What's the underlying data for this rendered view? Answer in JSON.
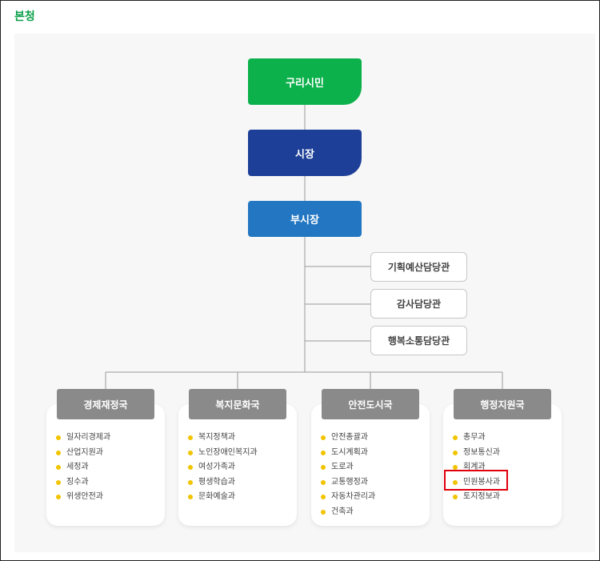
{
  "section_title": "본청",
  "top_nodes": {
    "citizen": "구리시민",
    "mayor": "시장",
    "vice_mayor": "부시장"
  },
  "staff_offices": [
    "기획예산담당관",
    "감사담당관",
    "행복소통담당관"
  ],
  "bureaus": [
    {
      "name": "경제재정국",
      "departments": [
        "일자리경제과",
        "산업지원과",
        "세정과",
        "징수과",
        "위생안전과"
      ]
    },
    {
      "name": "복지문화국",
      "departments": [
        "복지정책과",
        "노인장애인복지과",
        "여성가족과",
        "평생학습과",
        "문화예술과"
      ]
    },
    {
      "name": "안전도시국",
      "departments": [
        "안전총괄과",
        "도시계획과",
        "도로과",
        "교통행정과",
        "자동차관리과",
        "건축과"
      ]
    },
    {
      "name": "행정지원국",
      "departments": [
        "총무과",
        "정보통신과",
        "회계과",
        "민원봉사과",
        "토지정보과"
      ]
    }
  ],
  "colors": {
    "citizen": "#0db14b",
    "mayor": "#1d3f97",
    "vice_mayor": "#2276c2",
    "bureau_header": "#8a8a8a",
    "bullet": "#f2c400",
    "highlight": "#e0000d",
    "title": "#0aa04a"
  },
  "highlighted_department": "민원봉사과"
}
